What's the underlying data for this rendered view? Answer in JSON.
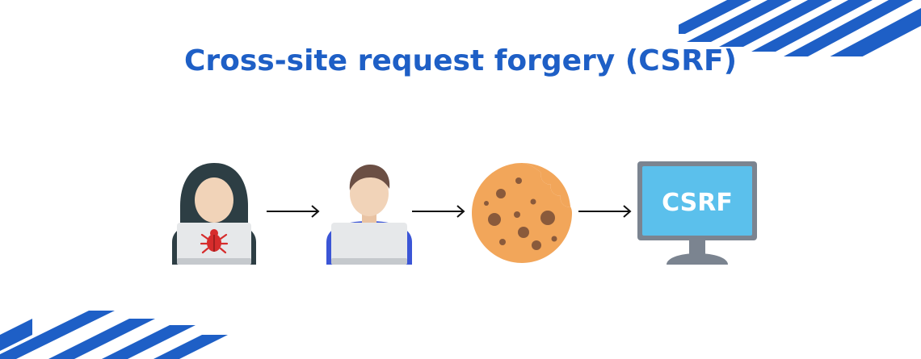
{
  "title": "Cross-site request forgery (CSRF)",
  "flow": {
    "steps": [
      {
        "id": "attacker",
        "icon": "hacker-icon"
      },
      {
        "id": "user",
        "icon": "user-laptop-icon"
      },
      {
        "id": "cookie",
        "icon": "cookie-icon"
      },
      {
        "id": "website",
        "icon": "monitor-icon",
        "label": "CSRF"
      }
    ]
  },
  "colors": {
    "title": "#1e5fc6",
    "stripes": "#1e5fc6",
    "monitor_frame": "#7b8490",
    "monitor_screen": "#5bc0ec",
    "cookie": "#f2a65a",
    "cookie_chip": "#8a5a3b"
  }
}
